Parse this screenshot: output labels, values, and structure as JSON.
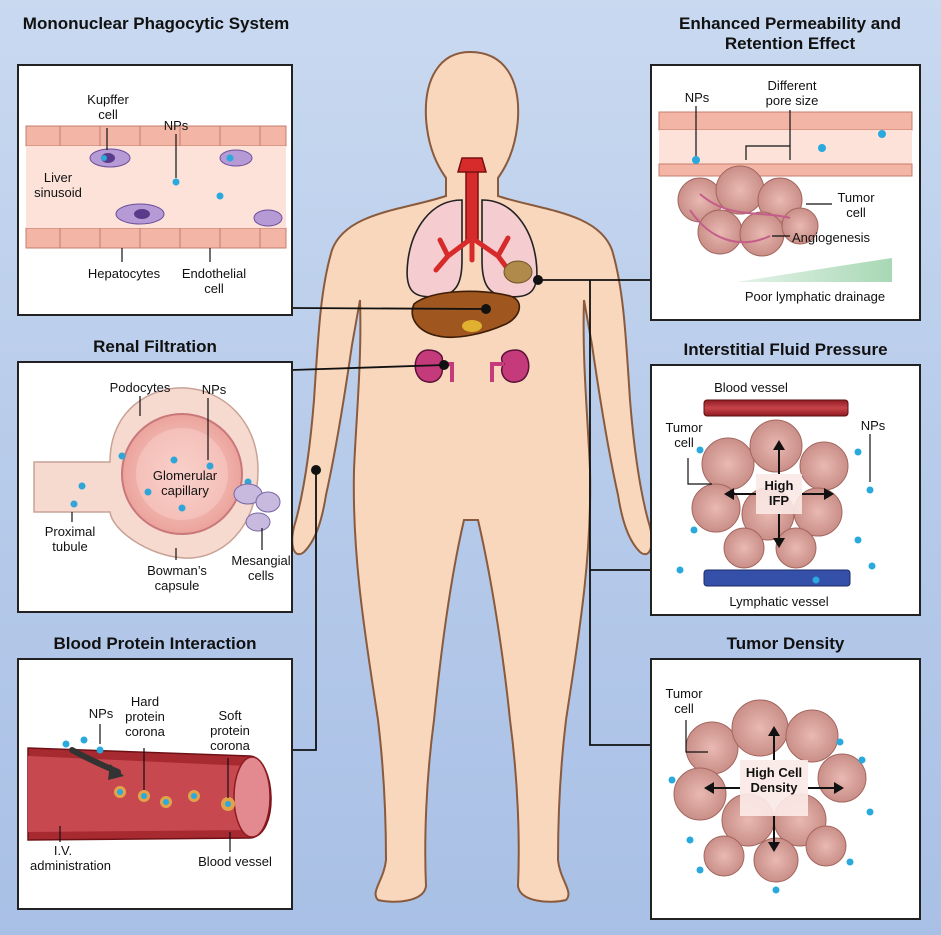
{
  "panels": {
    "mps": {
      "title": "Mononuclear Phagocytic System",
      "labels": {
        "kupffer": "Kupffer cell",
        "nps": "NPs",
        "liver": "Liver sinusoid",
        "hepatocytes": "Hepatocytes",
        "endothelial": "Endothelial cell"
      }
    },
    "epr": {
      "title": "Enhanced Permeability and Retention Effect",
      "labels": {
        "nps": "NPs",
        "pore": "Different pore size",
        "tumor": "Tumor cell",
        "angio": "Angiogenesis",
        "lymph": "Poor lymphatic drainage"
      }
    },
    "renal": {
      "title": "Renal Filtration",
      "labels": {
        "podocytes": "Podocytes",
        "nps": "NPs",
        "glomerular": "Glomerular capillary",
        "proximal": "Proximal tubule",
        "bowman": "Bowman’s capsule",
        "mesangial": "Mesangial cells"
      }
    },
    "ifp": {
      "title": "Interstitial Fluid Pressure",
      "labels": {
        "blood": "Blood vessel",
        "tumor": "Tumor cell",
        "nps": "NPs",
        "high": "High IFP",
        "lymphatic": "Lymphatic vessel"
      }
    },
    "blood": {
      "title": "Blood Protein Interaction",
      "labels": {
        "nps": "NPs",
        "hard": "Hard protein corona",
        "soft": "Soft protein corona",
        "iv": "I.V. administration",
        "vessel": "Blood vessel"
      }
    },
    "density": {
      "title": "Tumor Density",
      "labels": {
        "tumor": "Tumor cell",
        "high": "High Cell Density"
      }
    }
  },
  "colors": {
    "background": "#b9cdea",
    "skin": "#f9d7bd",
    "skin_outline": "#8a5a3c",
    "np_blue": "#29a9dd",
    "vessel_red": "#b8303a",
    "lymph_blue": "#3550a8"
  }
}
